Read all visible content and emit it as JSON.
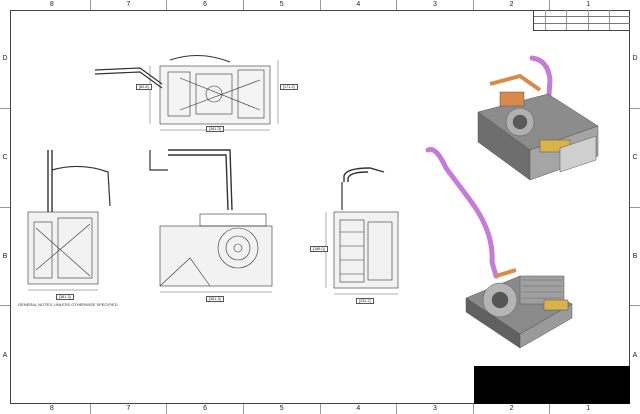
{
  "zones_cols": [
    "8",
    "7",
    "6",
    "5",
    "4",
    "3",
    "2",
    "1"
  ],
  "zones_rows": [
    "D",
    "C",
    "B",
    "A"
  ],
  "revision_table": [
    [
      "",
      "",
      "",
      "",
      ""
    ],
    [
      "",
      "",
      "",
      "",
      ""
    ],
    [
      "",
      "",
      "",
      "",
      ""
    ]
  ],
  "dimensions": {
    "top_view_width": "[381.3]",
    "top_view_height": "[171.2]",
    "top_view_left": "[80.8]",
    "left_view_width": "[381.3]",
    "front_view_width": "[381.3]",
    "right_view_width": "[232.2]",
    "right_view_height": "[188.0]"
  },
  "notes": {
    "title": "GENERAL NOTES: UNLESS OTHERWISE SPECIFIED",
    "lines": []
  },
  "colors": {
    "tube_purple": "#c77bd8",
    "copper": "#d98a4a",
    "gold": "#d8b24a",
    "grey_metal": "#8c8c8c",
    "title_block": "#000000"
  }
}
